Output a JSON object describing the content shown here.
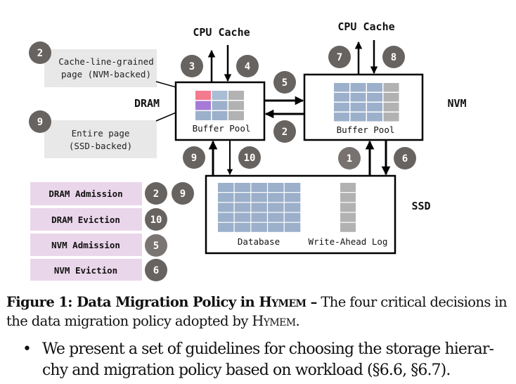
{
  "colors": {
    "step_circle": "#676360",
    "step_circle_light": "#7a7572",
    "callout_bg": "#e8e8e8",
    "legend_bg": "#ead6ea",
    "page_blue": "#9cb0cb",
    "page_blue_light": "#a9bdd5",
    "page_gray": "#b2b2b2",
    "page_pink": "#f47a8e",
    "page_purple": "#a67bd6",
    "line": "#000000"
  },
  "tiers": {
    "dram": {
      "label": "DRAM",
      "box_label": "Buffer Pool",
      "cpu_cache_label": "CPU Cache",
      "grid": [
        [
          "pink",
          "blue_light",
          "gray"
        ],
        [
          "purple",
          "blue",
          "gray"
        ],
        [
          "blue",
          "blue",
          "gray"
        ]
      ]
    },
    "nvm": {
      "label": "NVM",
      "box_label": "Buffer Pool",
      "cpu_cache_label": "CPU Cache",
      "grid": [
        [
          "blue",
          "blue",
          "blue",
          "gray"
        ],
        [
          "blue",
          "blue",
          "blue",
          "gray"
        ],
        [
          "blue",
          "blue",
          "blue",
          "gray"
        ],
        [
          "blue",
          "blue",
          "blue",
          "gray"
        ]
      ]
    },
    "ssd": {
      "label": "SSD",
      "database_label": "Database",
      "wal_label": "Write-Ahead Log",
      "database_rows": 5,
      "database_cols": 5,
      "wal_rows": 5
    }
  },
  "callouts": [
    {
      "step": "2",
      "line1": "Cache-line-grained",
      "line2": "page (NVM-backed)"
    },
    {
      "step": "9",
      "line1": "Entire page",
      "line2": "(SSD-backed)"
    }
  ],
  "steps": {
    "dram_up": "3",
    "dram_down": "4",
    "nvm_up": "7",
    "nvm_down": "8",
    "dram_to_nvm": "5",
    "nvm_to_dram": "2",
    "ssd_to_dram": "9",
    "dram_to_ssd": "10",
    "ssd_to_nvm": "1",
    "nvm_to_ssd": "6"
  },
  "legend": [
    {
      "label": "DRAM Admission",
      "steps": [
        "2",
        "9"
      ]
    },
    {
      "label": "DRAM Eviction",
      "steps": [
        "10"
      ]
    },
    {
      "label": "NVM Admission",
      "steps": [
        "5"
      ]
    },
    {
      "label": "NVM Eviction",
      "steps": [
        "6"
      ]
    }
  ],
  "caption": {
    "figure_label": "Figure 1: Data Migration Policy in ",
    "system_name": "Hymem",
    "dash": " –",
    "text_part1": " The four critical decisions in the data migration policy adopted by ",
    "system_name_2": "Hymem",
    "text_end": "."
  },
  "bullet": {
    "symbol": "•",
    "text": "We present a set of guidelines for choosing the storage hierar-chy and migration policy based on workload (§6.6, §6.7)."
  }
}
